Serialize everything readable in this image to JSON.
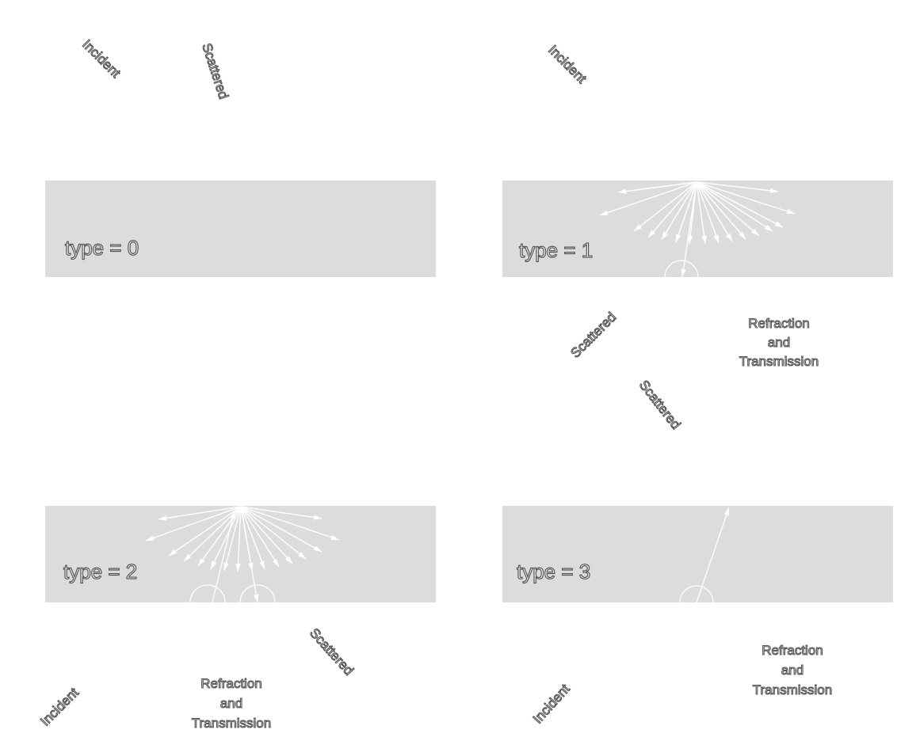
{
  "panels": [
    {
      "id": "type0",
      "type_label": "type = 0",
      "labels": {
        "incident": "Incident",
        "scattered": "Scattered"
      }
    },
    {
      "id": "type1",
      "type_label": "type = 1",
      "labels": {
        "incident": "Incident",
        "scattered_left": "Scattered",
        "scattered_right": "Scattered",
        "refraction": [
          "Refraction",
          "and",
          "Transmission"
        ]
      }
    },
    {
      "id": "type2",
      "type_label": "type = 2",
      "labels": {
        "incident": "Incident",
        "scattered": "Scattered",
        "refraction": [
          "Refraction",
          "and",
          "Transmission"
        ]
      }
    },
    {
      "id": "type3",
      "type_label": "type = 3",
      "labels": {
        "incident": "Incident",
        "refraction": [
          "Refraction",
          "and",
          "Transmission"
        ]
      }
    }
  ],
  "colors": {
    "panel": "#dcdcdc",
    "ray": "#ffffff",
    "text_outline": "#555555"
  }
}
